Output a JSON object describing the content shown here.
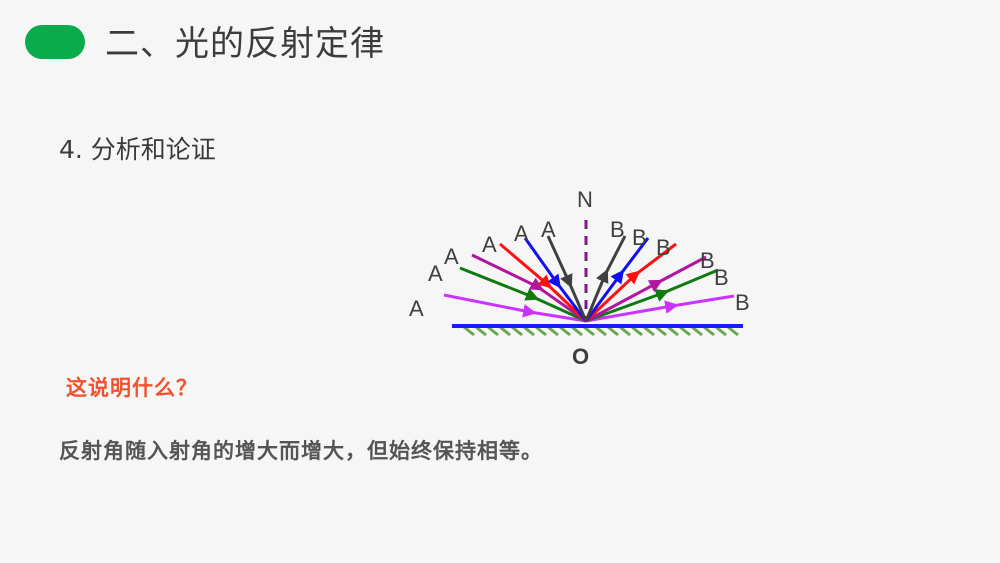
{
  "header": {
    "title": "二、光的反射定律",
    "accent_color": "#0aab4a"
  },
  "section": {
    "subtitle": "4. 分析和论证"
  },
  "diagram": {
    "normal_label": "N",
    "origin_label": "O",
    "incident_label": "A",
    "reflected_label": "B",
    "mirror_color": "#1a1aff",
    "hatch_color": "#6aa84f",
    "normal_color": "#7b1a86",
    "rays": [
      {
        "color": "#cc33ff",
        "incident_label": "A",
        "reflected_label": "B"
      },
      {
        "color": "#0f7a0f",
        "incident_label": "A",
        "reflected_label": "B"
      },
      {
        "color": "#b0169f",
        "incident_label": "A",
        "reflected_label": "B"
      },
      {
        "color": "#ff1010",
        "incident_label": "A",
        "reflected_label": "B"
      },
      {
        "color": "#1010ee",
        "incident_label": "A",
        "reflected_label": "B"
      },
      {
        "color": "#404040",
        "incident_label": "A",
        "reflected_label": "B"
      }
    ]
  },
  "question": {
    "text": "这说明什么？",
    "color": "#f0522e"
  },
  "answer": {
    "text": "反射角随入射角的增大而增大，但始终保持相等。"
  }
}
